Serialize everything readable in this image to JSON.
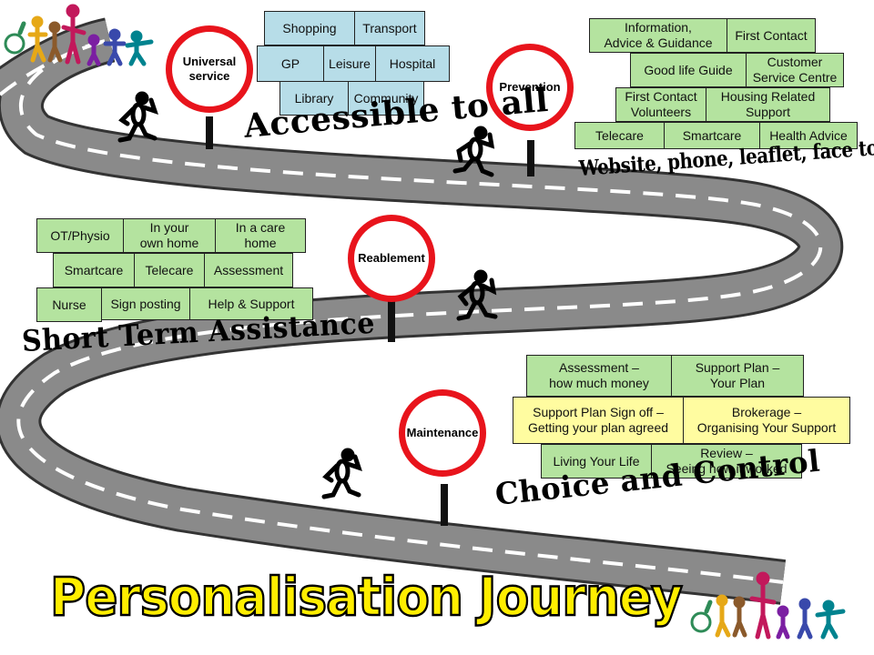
{
  "title": "Personalisation Journey",
  "signs": [
    {
      "label": "Universal\nservice"
    },
    {
      "label": "Prevention"
    },
    {
      "label": "Reablement"
    },
    {
      "label": "Maintenance"
    }
  ],
  "slogans": {
    "universal": "Accessible to all",
    "prevention": "Website, phone, leaflet, face to face",
    "reablement": "Short Term Assistance",
    "maintenance": "Choice and Control"
  },
  "universal_boxes": [
    "Shopping",
    "Transport",
    "GP",
    "Leisure",
    "Hospital",
    "Library",
    "Community"
  ],
  "prevention_boxes": [
    "Information,\nAdvice & Guidance",
    "First Contact",
    "Good life Guide",
    "Customer\nService Centre",
    "First Contact\nVolunteers",
    "Housing Related\nSupport",
    "Telecare",
    "Smartcare",
    "Health Advice"
  ],
  "reablement_boxes": [
    "OT/Physio",
    "In your\nown home",
    "In a care\nhome",
    "Smartcare",
    "Telecare",
    "Assessment",
    "Nurse",
    "Sign posting",
    "Help & Support"
  ],
  "maintenance_boxes": [
    "Assessment –\nhow much money",
    "Support Plan –\nYour Plan",
    "Support Plan Sign off –\nGetting your plan agreed",
    "Brokerage –\nOrganising Your Support",
    "Living Your Life",
    "Review –\nSeeing how it worked"
  ],
  "colors": {
    "road": "#8a8a8a",
    "road_lines": "#ffffff",
    "sign_ring": "#e8141c",
    "box_blue": "#b7dde8",
    "box_green": "#b4e39f",
    "box_yellow": "#fffca0",
    "title_fill": "#ffee00"
  }
}
